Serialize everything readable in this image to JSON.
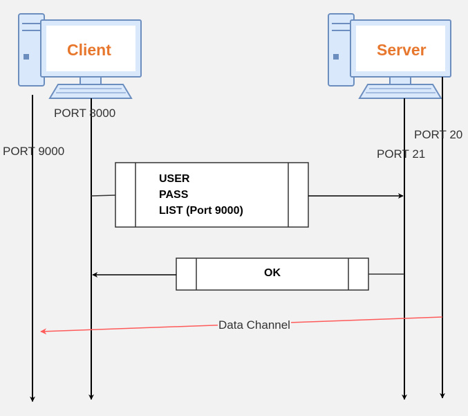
{
  "client": {
    "title": "Client",
    "port_top": "PORT 8000",
    "port_side": "PORT 9000"
  },
  "server": {
    "title": "Server",
    "port_cmd": "PORT 21",
    "port_data": "PORT 20"
  },
  "messages": {
    "request": [
      "USER",
      "PASS",
      "LIST (Port 9000)"
    ],
    "response": "OK",
    "data_channel": "Data Channel"
  },
  "colors": {
    "computer_fill": "#dae8fc",
    "computer_stroke": "#6c8ebf",
    "title": "#e8772e",
    "data_channel": "#ff5a5a"
  }
}
